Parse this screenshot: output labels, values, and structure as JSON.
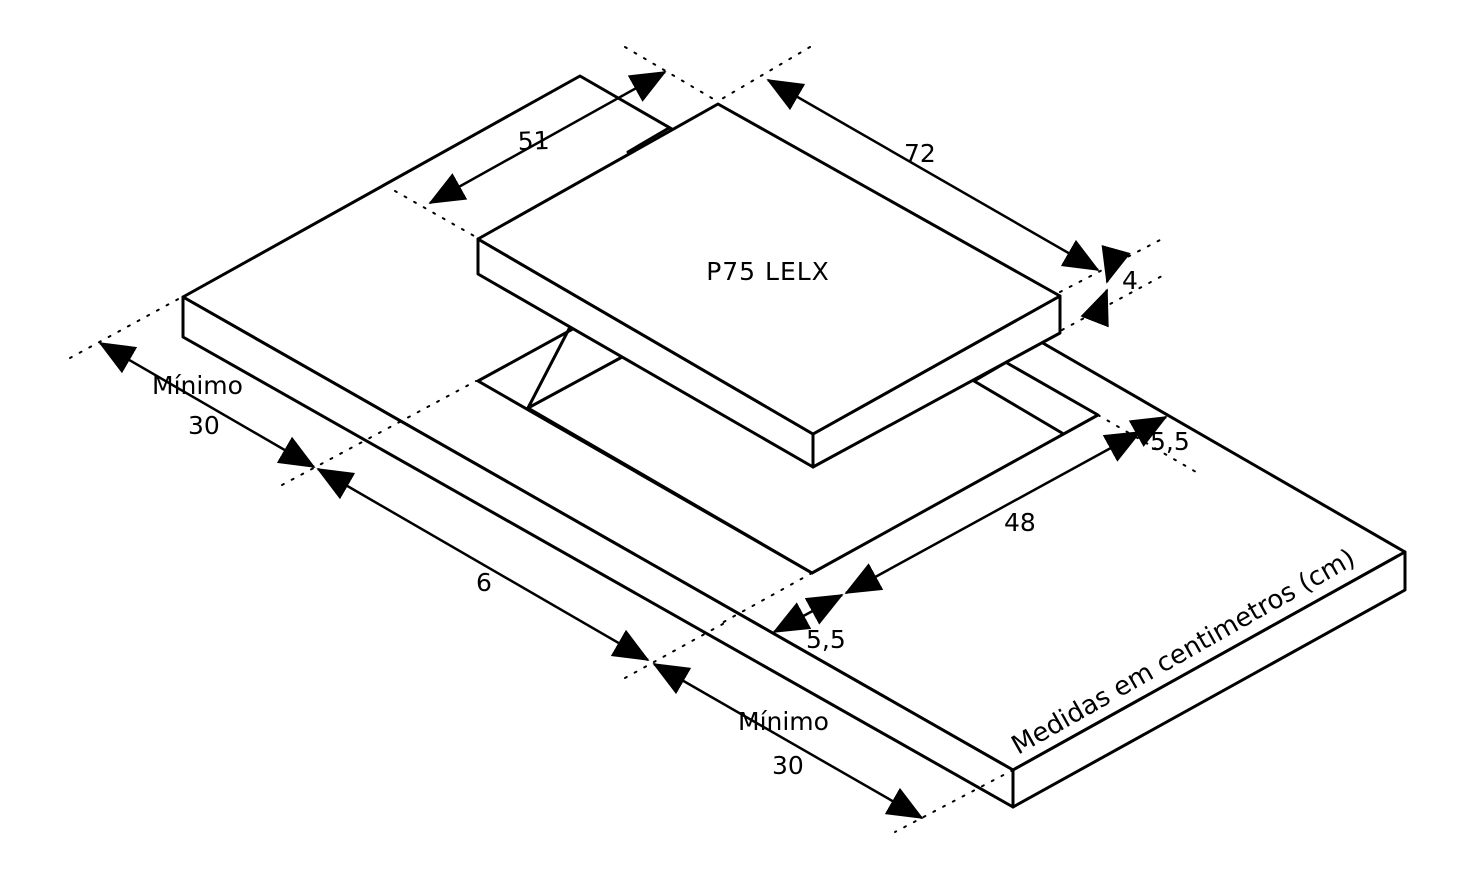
{
  "model": "P75 LELX",
  "note": "Medidas em centimetros (cm)",
  "colors": {
    "ink": "#000000",
    "paper": "#ffffff"
  },
  "dimensions": {
    "hob_depth": "51",
    "hob_width": "72",
    "hob_thickness": "4",
    "cutout_width": "48",
    "cutout_margin_right": "5,5",
    "cutout_margin_front": "5,5",
    "front_margin": "6",
    "min_left": {
      "label": "Mínimo",
      "value": "30"
    },
    "min_right": {
      "label": "Mínimo",
      "value": "30"
    }
  }
}
